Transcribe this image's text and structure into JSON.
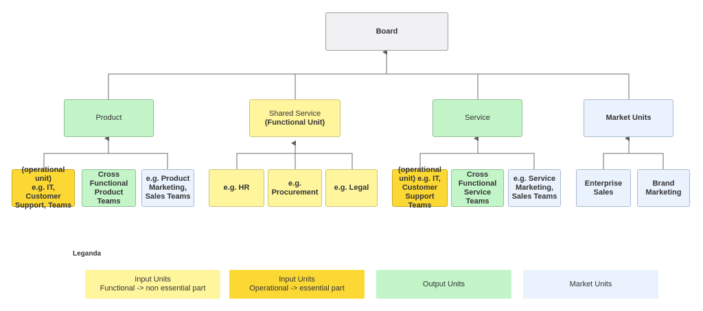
{
  "board": {
    "label": "Board"
  },
  "level1": {
    "product": {
      "label": "Product"
    },
    "shared_service": {
      "label": "Shared Service",
      "sublabel": "(Functional Unit)"
    },
    "service": {
      "label": "Service"
    },
    "market_units": {
      "label": "Market Units"
    }
  },
  "level2": {
    "product_ops": {
      "label": "(operational unit)\ne.g. IT, Customer\nSupport, Teams"
    },
    "product_cross": {
      "label": "Cross\nFunctional\nProduct\nTeams"
    },
    "product_marketing": {
      "label": "e.g. Product\nMarketing,\nSales Teams"
    },
    "hr": {
      "label": "e.g. HR"
    },
    "procurement": {
      "label": "e.g.\nProcurement"
    },
    "legal": {
      "label": "e.g. Legal"
    },
    "service_ops": {
      "label": "(operational\nunit) e.g. IT,\nCustomer\nSupport Teams"
    },
    "service_cross": {
      "label": "Cross\nFunctional\nService Teams"
    },
    "service_marketing": {
      "label": "e.g. Service\nMarketing,\nSales Teams"
    },
    "enterprise_sales": {
      "label": "Enterprise\nSales"
    },
    "brand_marketing": {
      "label": "Brand\nMarketing"
    }
  },
  "legend": {
    "title": "Leganda",
    "items": [
      {
        "label": "Input Units\nFunctional -> non essential part",
        "color": "#fff59d"
      },
      {
        "label": "Input Units\nOperational ->  essential part",
        "color": "#fcd835"
      },
      {
        "label": "Output Units",
        "color": "#c3f5c8"
      },
      {
        "label": "Market Units",
        "color": "#eaf2fd"
      }
    ]
  },
  "colors": {
    "line": "#5f5f5f",
    "output_green": "#c3f5c8",
    "functional_yellow": "#fff59d",
    "operational_yellow": "#fcd835",
    "market_blue": "#eaf2fd",
    "board_grey": "#f1f1f3"
  }
}
